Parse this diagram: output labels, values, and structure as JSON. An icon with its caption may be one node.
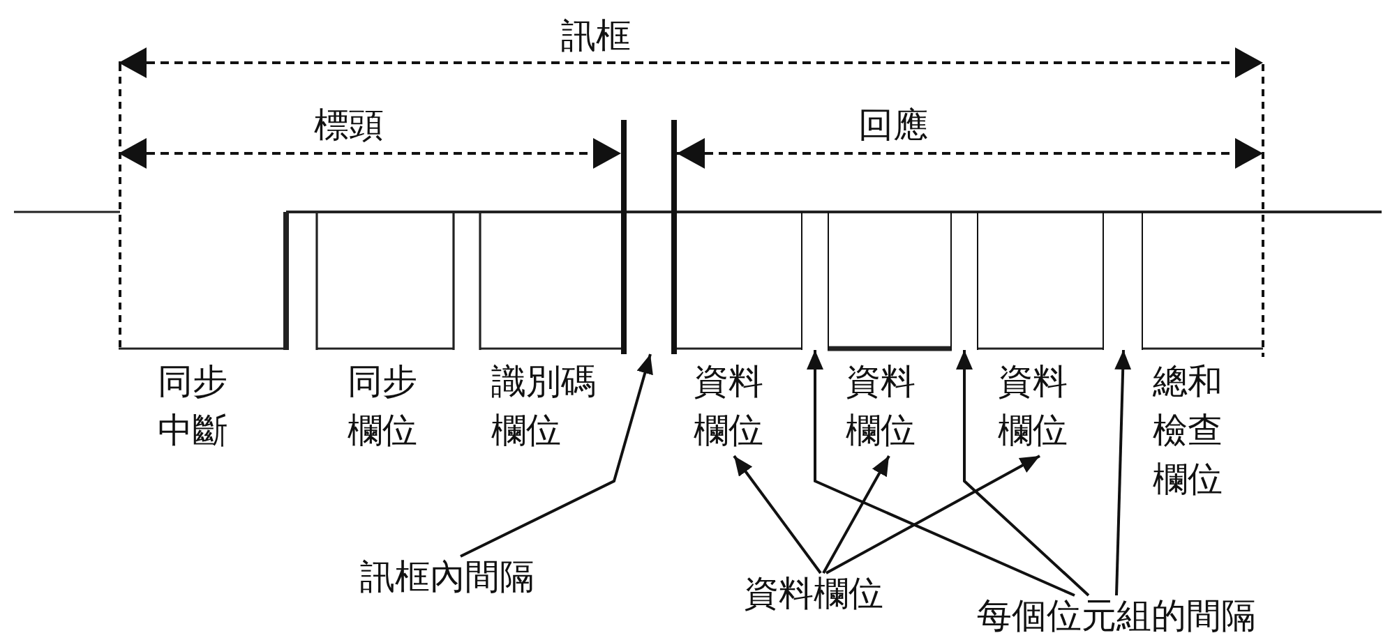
{
  "diagram": {
    "nodes": [
      {
        "text": [
          "同步中斷"
        ]
      },
      {
        "text": [
          "同步欄位"
        ]
      },
      {
        "text": [
          "識別碼欄位"
        ]
      },
      {
        "text": [
          "資料欄位"
        ]
      },
      {
        "text": [
          "資料欄位"
        ]
      },
      {
        "text": [
          "資料欄位"
        ]
      },
      {
        "text": [
          "總和檢查欄位"
        ]
      },
      {
        "text": [
          "訊框內間隔"
        ]
      },
      {
        "text": [
          "資料欄位"
        ]
      },
      {
        "text": [
          "每個位元組的間隔"
        ]
      },
      {
        "text": [],
        "shape": "gap"
      },
      {
        "text": [],
        "shape": "gap"
      },
      {
        "text": [],
        "shape": "gap"
      },
      {
        "text": [],
        "shape": "gap"
      }
    ],
    "edges": [
      {
        "from": 7,
        "to": 10,
        "arrow": "to"
      },
      {
        "from": 8,
        "to": 3,
        "arrow": "to"
      },
      {
        "from": 8,
        "to": 4,
        "arrow": "to"
      },
      {
        "from": 8,
        "to": 5,
        "arrow": "to"
      },
      {
        "from": 9,
        "to": 11,
        "arrow": "to"
      },
      {
        "from": 9,
        "to": 12,
        "arrow": "to"
      },
      {
        "from": 9,
        "to": 13,
        "arrow": "to"
      }
    ],
    "labels": [
      "訊框",
      "標頭",
      "回應"
    ]
  }
}
